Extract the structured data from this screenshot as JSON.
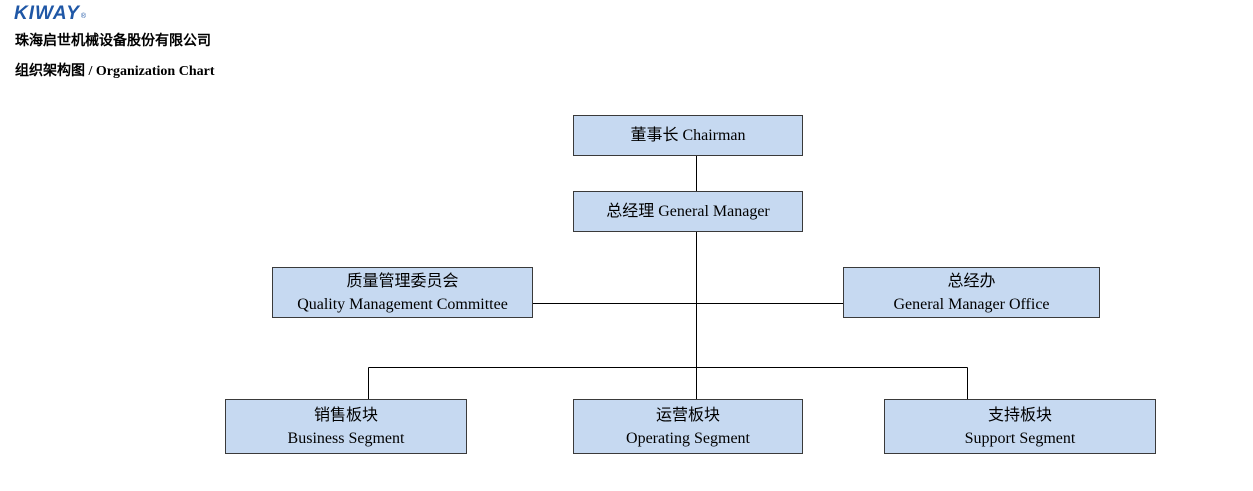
{
  "header": {
    "logo_text": "KIWAY",
    "logo_mark": "®",
    "company_name": "珠海启世机械设备股份有限公司",
    "chart_title": "组织架构图 / Organization Chart"
  },
  "colors": {
    "brand": "#1f57a6",
    "node_fill": "#c6d9f1",
    "node_border": "#3a3a3a",
    "connector": "#000000"
  },
  "nodes": {
    "chairman": {
      "label": "董事长 Chairman"
    },
    "general_manager": {
      "label": "总经理 General Manager"
    },
    "quality_committee": {
      "line1": "质量管理委员会",
      "line2": "Quality Management Committee"
    },
    "gm_office": {
      "line1": "总经办",
      "line2": "General Manager Office"
    },
    "business_segment": {
      "line1": "销售板块",
      "line2": "Business Segment"
    },
    "operating_segment": {
      "line1": "运营板块",
      "line2": "Operating Segment"
    },
    "support_segment": {
      "line1": "支持板块",
      "line2": "Support Segment"
    }
  }
}
